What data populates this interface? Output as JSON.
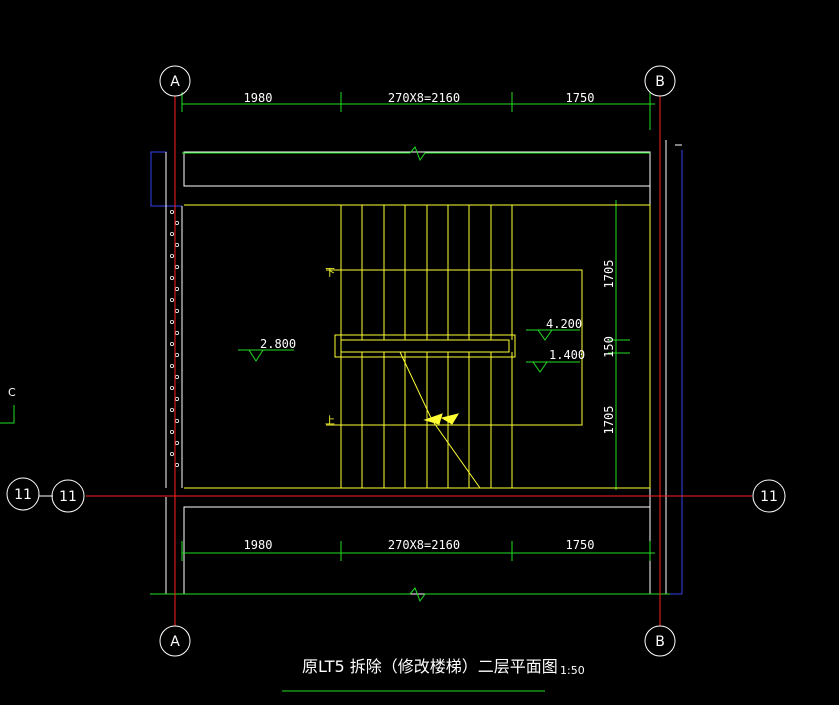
{
  "grid": {
    "axis_a": "A",
    "axis_b": "B",
    "axis_11": "11",
    "axis_c": "C"
  },
  "dimensions": {
    "top": [
      "1980",
      "270X8=2160",
      "1750"
    ],
    "bottom": [
      "1980",
      "270X8=2160",
      "1750"
    ],
    "right": [
      "1705",
      "150",
      "1705"
    ]
  },
  "levels": {
    "floor": "2.800",
    "landing_upper": "4.200",
    "landing_lower": "1.400"
  },
  "stair": {
    "down_label": "下",
    "up_label": "上"
  },
  "title": {
    "text": "原LT5 拆除（修改楼梯）二层平面图",
    "scale": "1:50"
  },
  "colors": {
    "background": "#000000",
    "grid_axis": "#ff2020",
    "dimension": "#22dd22",
    "stair": "#ffff33",
    "wall": "#ffffff",
    "slab_edge": "#3344ee",
    "text": "#ffffff"
  }
}
